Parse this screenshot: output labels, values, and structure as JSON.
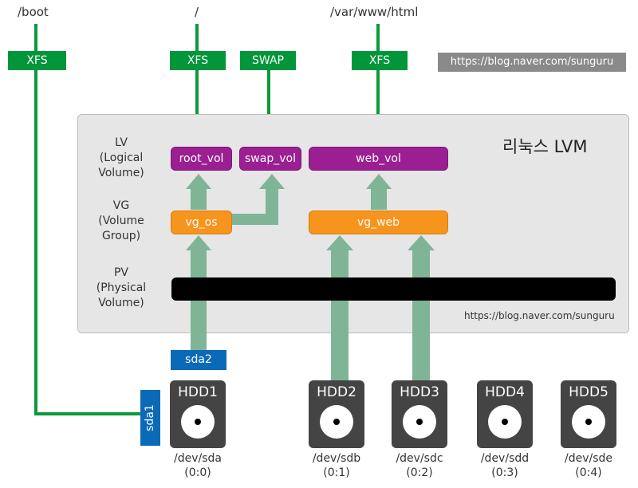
{
  "mounts": {
    "boot": "/boot",
    "root": "/",
    "html": "/var/www/html"
  },
  "fs": {
    "boot": "XFS",
    "root": "XFS",
    "swap": "SWAP",
    "html": "XFS"
  },
  "watermark_top": "https://blog.naver.com/sunguru",
  "watermark_bottom": "https://blog.naver.com/sunguru",
  "panel_title": "리눅스 LVM",
  "levels": {
    "lv": [
      "LV",
      "(Logical",
      "Volume)"
    ],
    "vg": [
      "VG",
      "(Volume",
      "Group)"
    ],
    "pv": [
      "PV",
      "(Physical",
      "Volume)"
    ]
  },
  "lv": {
    "root": "root_vol",
    "swap": "swap_vol",
    "web": "web_vol"
  },
  "vg": {
    "os": "vg_os",
    "web": "vg_web"
  },
  "partitions": {
    "sda2": "sda2",
    "sda1": "sda1"
  },
  "disks": [
    {
      "label": "HDD1",
      "dev": "/dev/sda",
      "addr": "(0:0)"
    },
    {
      "label": "HDD2",
      "dev": "/dev/sdb",
      "addr": "(0:1)"
    },
    {
      "label": "HDD3",
      "dev": "/dev/sdc",
      "addr": "(0:2)"
    },
    {
      "label": "HDD4",
      "dev": "/dev/sdd",
      "addr": "(0:3)"
    },
    {
      "label": "HDD5",
      "dev": "/dev/sde",
      "addr": "(0:4)"
    }
  ],
  "colors": {
    "fs_green": "#009639",
    "lv_purple": "#9b1f93",
    "vg_orange": "#f7941d",
    "arrow": "#7fb596",
    "partition_blue": "#0a6ab8"
  }
}
